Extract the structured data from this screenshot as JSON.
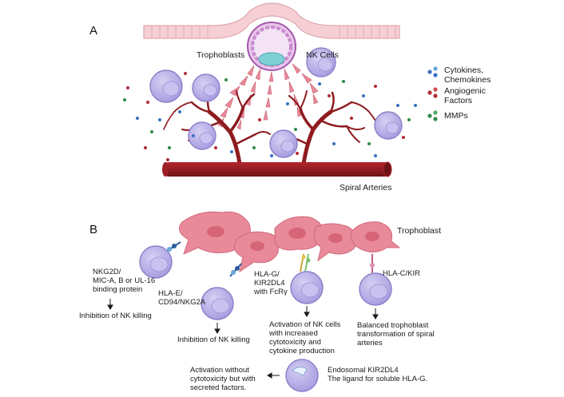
{
  "panels": {
    "a": "A",
    "b": "B"
  },
  "panel_a": {
    "trophoblasts_label": "Trophoblasts",
    "nk_cells_label": "NK Cells",
    "spiral_arteries_label": "Spiral Arteries",
    "legend": [
      {
        "line1": "Cytokines,",
        "line2": "Chemokines",
        "colors": [
          "#3b6fc4",
          "#62a8d8"
        ]
      },
      {
        "line1": "Angiogenic",
        "line2": "Factors",
        "colors": [
          "#b52b34",
          "#d04a50"
        ]
      },
      {
        "line1": "MMPs",
        "line2": "",
        "colors": [
          "#2f8a4a",
          "#4aa862"
        ]
      }
    ]
  },
  "panel_b": {
    "trophoblast_label": "Trophoblast",
    "interactions": [
      {
        "receptor": [
          "NKG2D/",
          "MIC-A, B or UL-16",
          "binding protein"
        ],
        "outcome": [
          "Inhibition of NK killing"
        ]
      },
      {
        "receptor": [
          "HLA-E/",
          "CD94/NKG2A"
        ],
        "outcome": [
          "Inhibition of NK killing"
        ]
      },
      {
        "receptor": [
          "HLA-G/",
          "KIR2DL4",
          "with FcRγ"
        ],
        "outcome": [
          "Activation of NK cells",
          "with increased",
          "cytotoxicity and",
          "cytokine production"
        ]
      },
      {
        "receptor": [
          "HLA-C/KIR"
        ],
        "outcome": [
          "Balanced trophoblast",
          "transformation of spiral",
          "arteries"
        ]
      },
      {
        "receptor": [
          "Endosomal KIR2DL4",
          "The ligand for soluble HLA-G."
        ],
        "outcome": [
          "Activation without",
          "cytotoxicity but with",
          "secreted factors."
        ]
      }
    ]
  },
  "colors": {
    "nk_cell": "#b7aee6",
    "nk_outline": "#8a80c8",
    "trophoblast": "#e98a9a",
    "artery": "#8e1b1f",
    "epithelium": "#f4c9cf",
    "blastocyst": "#c98ad0"
  }
}
